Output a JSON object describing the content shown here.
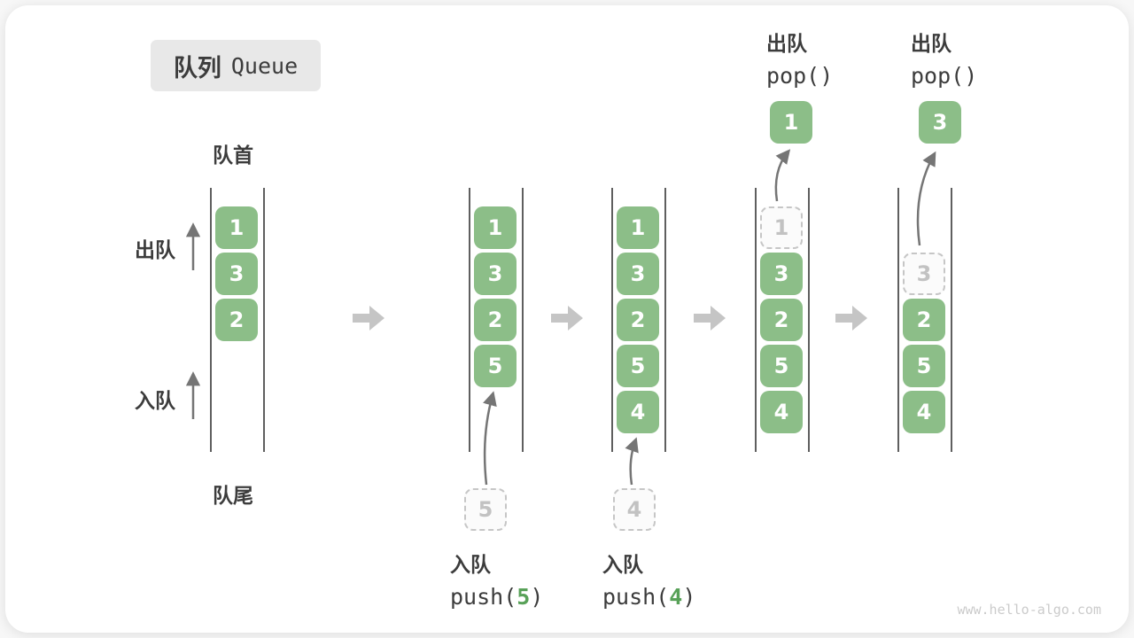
{
  "title": {
    "zh": "队列",
    "en": "Queue"
  },
  "labels": {
    "front": "队首",
    "rear": "队尾",
    "dequeue": "出队",
    "enqueue": "入队"
  },
  "states": [
    {
      "boxes": [
        {
          "value": "1"
        },
        {
          "value": "3"
        },
        {
          "value": "2"
        }
      ]
    },
    {
      "boxes": [
        {
          "value": "1"
        },
        {
          "value": "3"
        },
        {
          "value": "2"
        },
        {
          "value": "5"
        }
      ]
    },
    {
      "boxes": [
        {
          "value": "1"
        },
        {
          "value": "3"
        },
        {
          "value": "2"
        },
        {
          "value": "5"
        },
        {
          "value": "4"
        }
      ]
    },
    {
      "boxes": [
        {
          "value": "1",
          "style": "dashed"
        },
        {
          "value": "3"
        },
        {
          "value": "2"
        },
        {
          "value": "5"
        },
        {
          "value": "4"
        }
      ]
    },
    {
      "boxes": [
        {
          "value": "3",
          "style": "dashed"
        },
        {
          "value": "2"
        },
        {
          "value": "5"
        },
        {
          "value": "4"
        }
      ]
    }
  ],
  "operations": {
    "enqueue_5": {
      "label": "入队",
      "code_open": "push(",
      "arg": "5",
      "code_close": ")",
      "pending_value": "5"
    },
    "enqueue_4": {
      "label": "入队",
      "code_open": "push(",
      "arg": "4",
      "code_close": ")",
      "pending_value": "4"
    },
    "dequeue_1": {
      "label": "出队",
      "code": "pop()",
      "popped_value": "1"
    },
    "dequeue_3": {
      "label": "出队",
      "code": "pop()",
      "popped_value": "3"
    }
  },
  "watermark": "www.hello-algo.com",
  "colors": {
    "box_green": "#8CBE88",
    "code_green": "#58A158",
    "flow_arrow_gray": "#C5C5C5",
    "thin_arrow_gray": "#757575",
    "line_gray": "#5F5F5F",
    "text_dark": "#3C3C3C"
  }
}
